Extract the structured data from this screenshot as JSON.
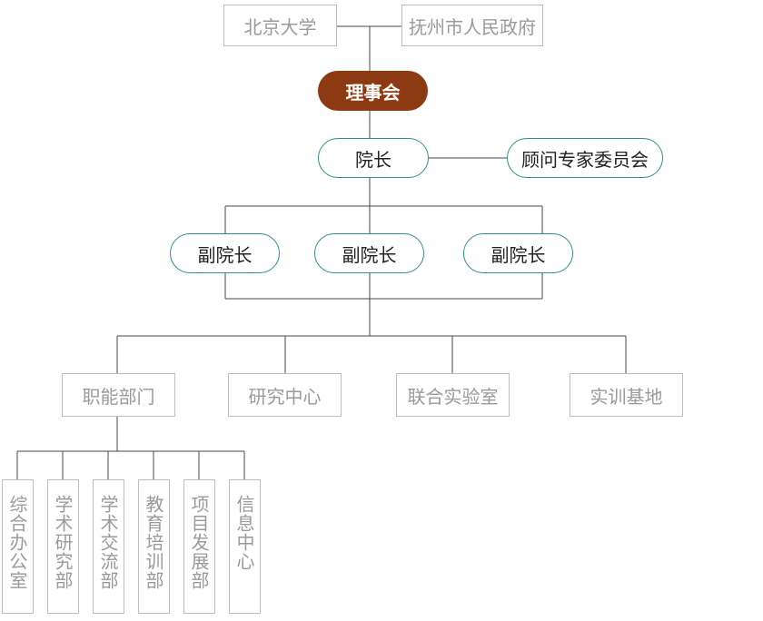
{
  "diagram": {
    "sponsors": [
      "北京大学",
      "抚州市人民政府"
    ],
    "council": "理事会",
    "president": "院长",
    "advisory": "顾问专家委员会",
    "vice_presidents": [
      "副院长",
      "副院长",
      "副院长"
    ],
    "departments": [
      "职能部门",
      "研究中心",
      "联合实验室",
      "实训基地"
    ],
    "functional_units": [
      "综合办公室",
      "学术研究部",
      "学术交流部",
      "教育培训部",
      "项目发展部",
      "信息中心"
    ],
    "colors": {
      "line": "#4a4a4a",
      "gray_border": "#bdbdbd",
      "gray_text": "#9a9a9a",
      "teal_border": "#2f8f8f",
      "brown_fill": "#8b3a12"
    }
  }
}
